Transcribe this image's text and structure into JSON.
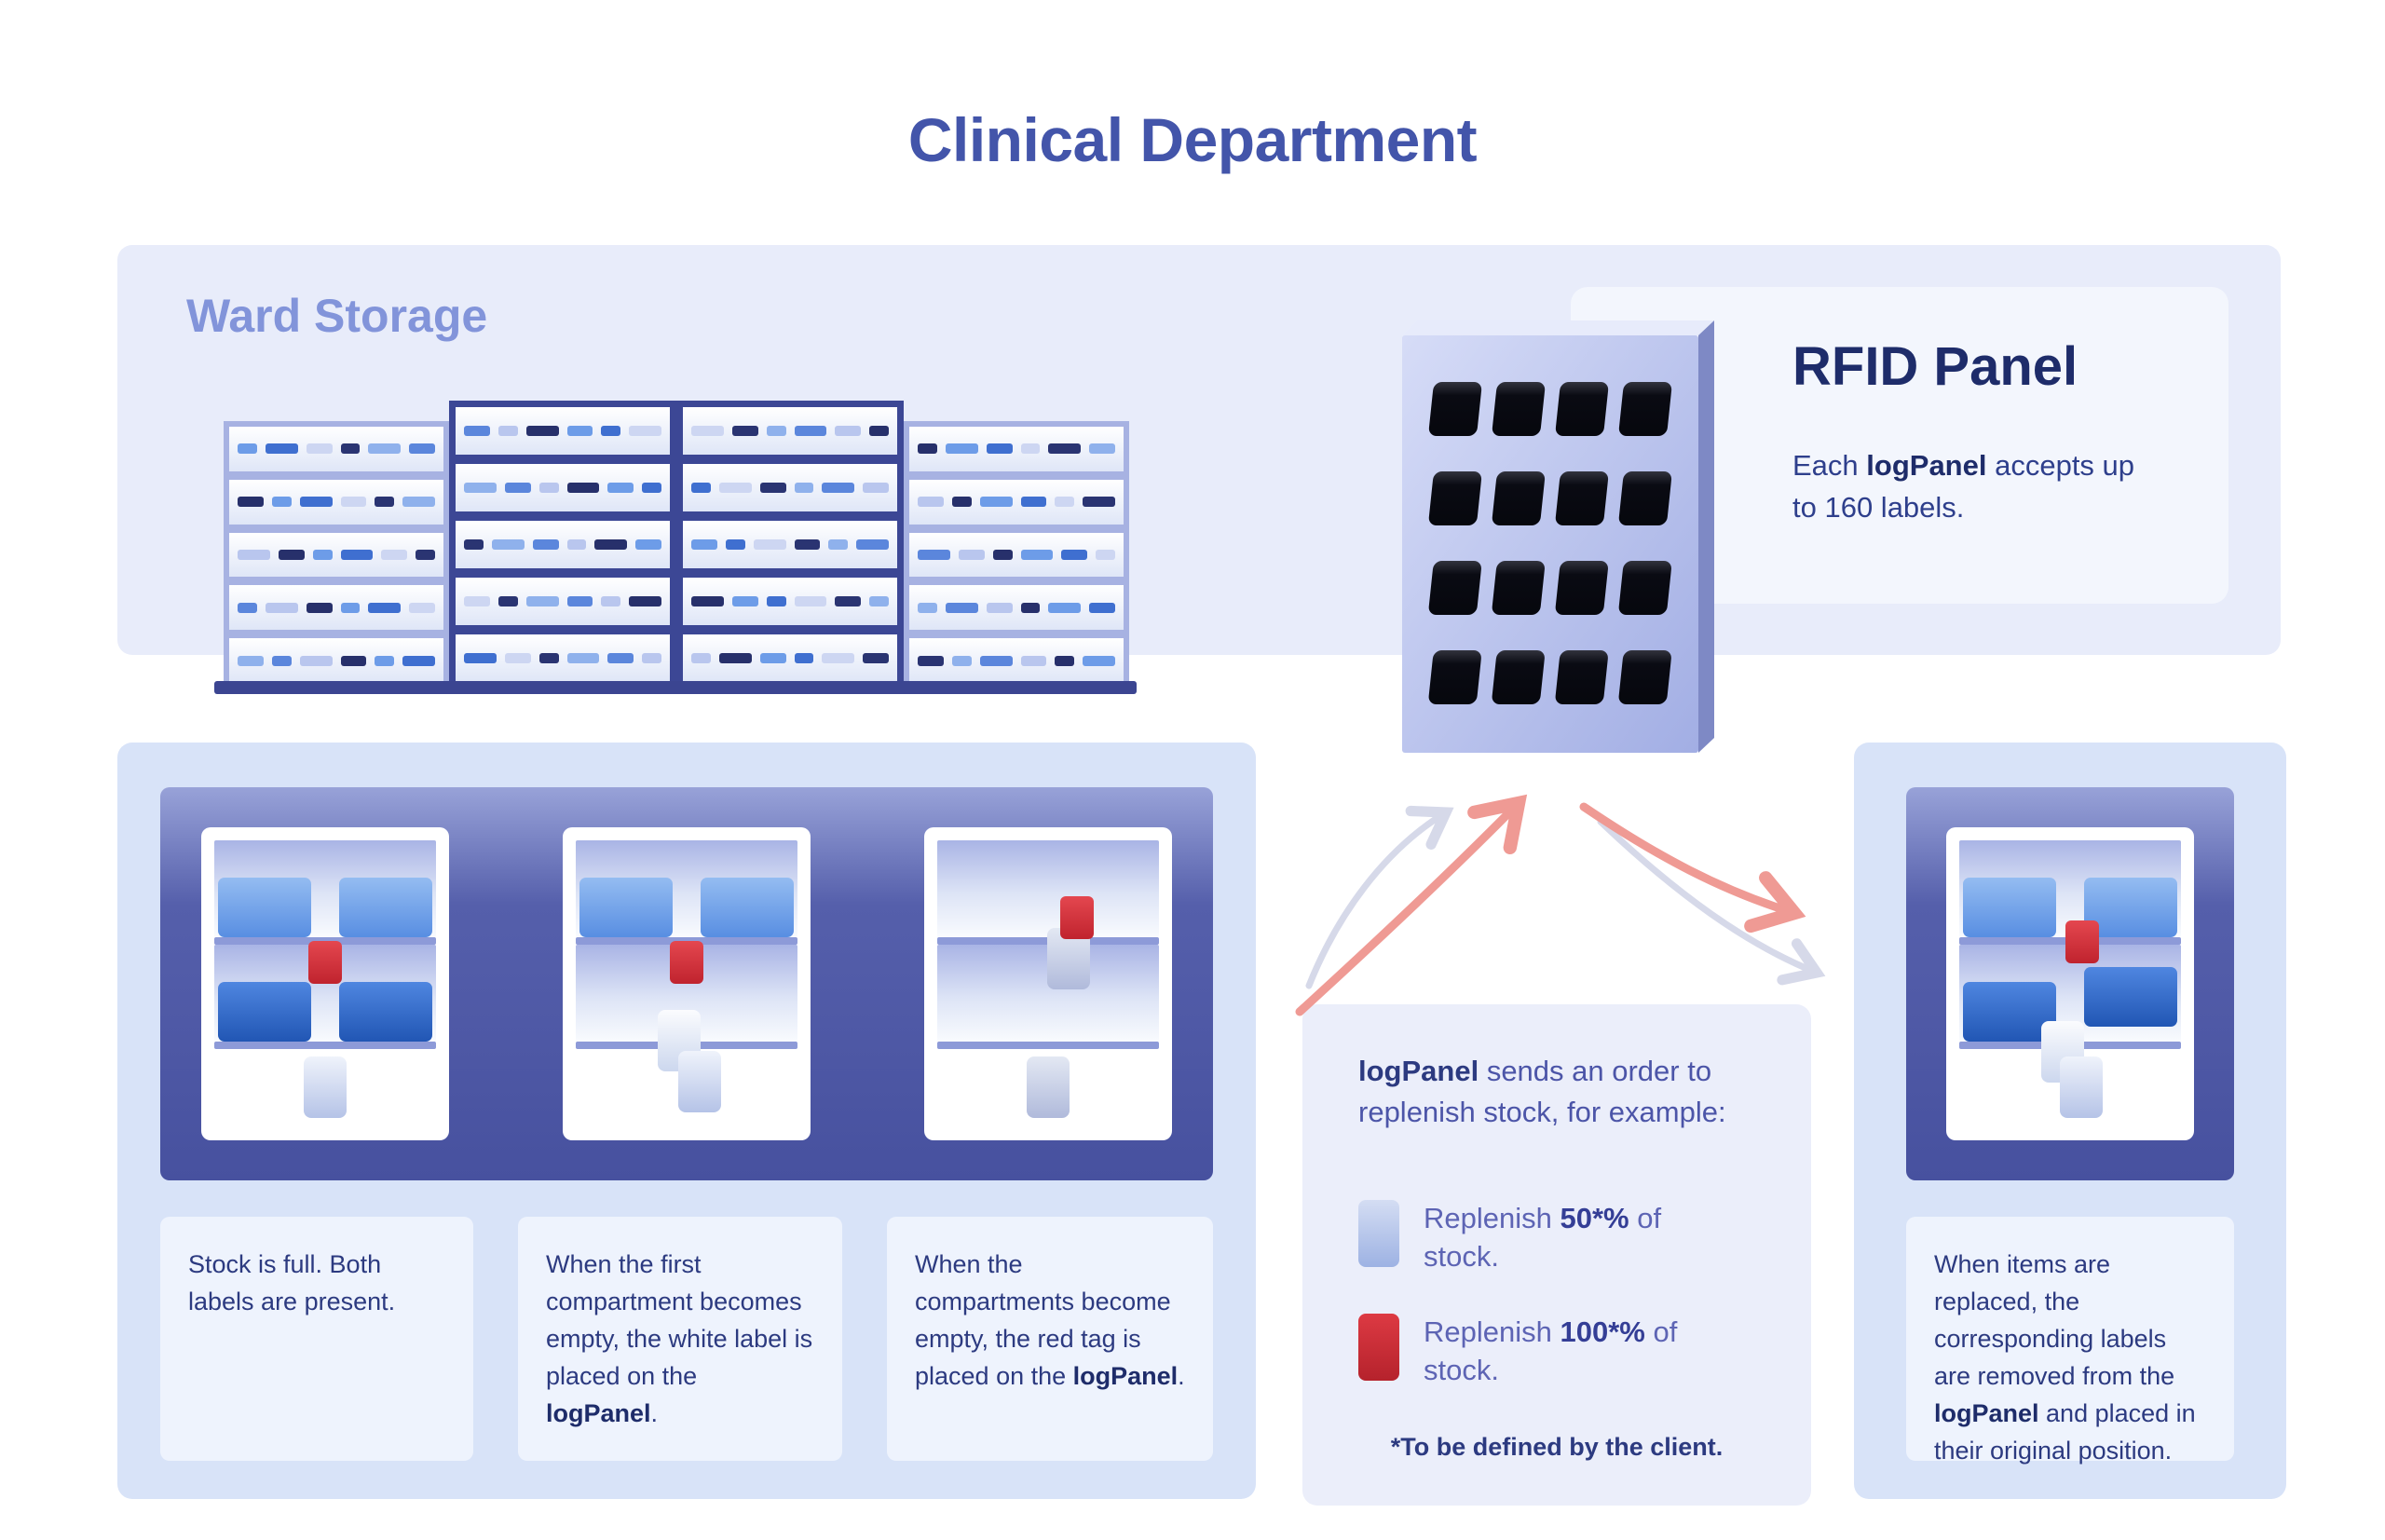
{
  "title": "Clinical Department",
  "ward_storage": {
    "heading": "Ward Storage"
  },
  "rfid": {
    "heading": "RFID Panel",
    "desc_pre": "Each ",
    "desc_bold": "logPanel",
    "desc_post": " accepts up to 160 labels."
  },
  "stages": {
    "captions": [
      {
        "pre": "Stock is full. Both labels are present.",
        "bold": "",
        "post": ""
      },
      {
        "pre": "When the first compartment becomes empty, the white label is placed on the ",
        "bold": "logPanel",
        "post": "."
      },
      {
        "pre": "When the compartments become empty, the red tag is placed on the ",
        "bold": "logPanel",
        "post": "."
      }
    ]
  },
  "order_panel": {
    "intro_bold": "logPanel",
    "intro_rest": " sends an order to replenish stock, for example:",
    "legend": [
      {
        "pre": "Replenish ",
        "bold": "50*%",
        "post": " of stock.",
        "swatch": "blue-label"
      },
      {
        "pre": "Replenish ",
        "bold": "100*%",
        "post": " of stock.",
        "swatch": "red-label"
      }
    ],
    "footnote": "*To be defined by the client."
  },
  "replacement": {
    "caption_pre": "When items are replaced, the corresponding labels are removed from the ",
    "caption_bold": "logPanel",
    "caption_post": " and placed in their original position."
  },
  "colors": {
    "title": "#4355aa",
    "ward_heading": "#8294da",
    "panel_lavender": "#e8ecfa",
    "panel_blue": "#d8e3f8",
    "panel_dark": "#47519f",
    "caption_bg": "#eef3fd",
    "text_navy": "#2c3a80",
    "red_tag": "#d33139",
    "blue_box_light": "#588ee2",
    "blue_box_dark": "#2156b4",
    "pale_label": "#b5c3e7",
    "arrow_gray": "#d6d9e9",
    "arrow_salmon": "#ef9a94"
  },
  "shelving": {
    "columns": [
      {
        "dark": false
      },
      {
        "dark": true
      },
      {
        "dark": true
      },
      {
        "dark": false
      }
    ],
    "rows": 5,
    "strips_per_row": 6,
    "strip_colors": [
      "#6d9ce8",
      "#2a3472",
      "#b9c6ee",
      "#3f6fd0",
      "#8fb1ec",
      "#27306b",
      "#cdd6f2",
      "#5b86dc"
    ]
  }
}
